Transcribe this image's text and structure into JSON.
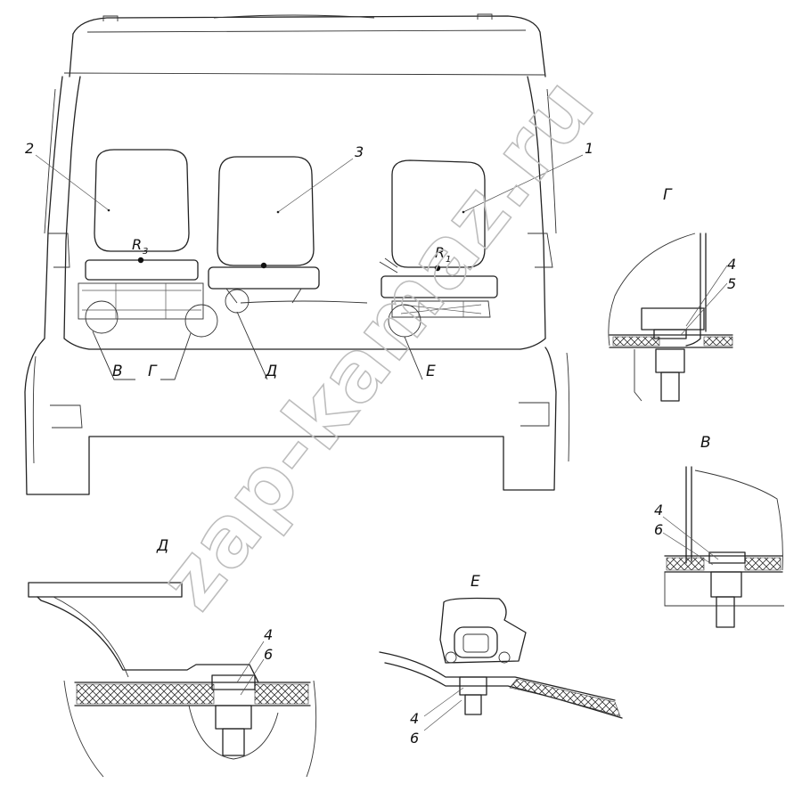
{
  "watermark": "zap-kamaz.ru",
  "corner_mark": "",
  "seats": {
    "driver_number": "1",
    "left_number": "2",
    "middle_number": "3",
    "r1_letter": "R",
    "r1_sub": "1",
    "r3_letter": "R",
    "r3_sub": "3"
  },
  "views": {
    "v": "В",
    "g": "Г",
    "d": "Д",
    "e": "Е"
  },
  "detail_g": {
    "title": "Г",
    "n1": "4",
    "n2": "5"
  },
  "detail_v": {
    "title": "В",
    "n1": "4",
    "n2": "6"
  },
  "detail_d": {
    "title": "Д",
    "n1": "4",
    "n2": "6"
  },
  "detail_e": {
    "title": "Е",
    "n1": "4",
    "n2": "6"
  },
  "colors": {
    "line": "#222222",
    "watermark": "#bdbdbd",
    "background": "#ffffff"
  }
}
